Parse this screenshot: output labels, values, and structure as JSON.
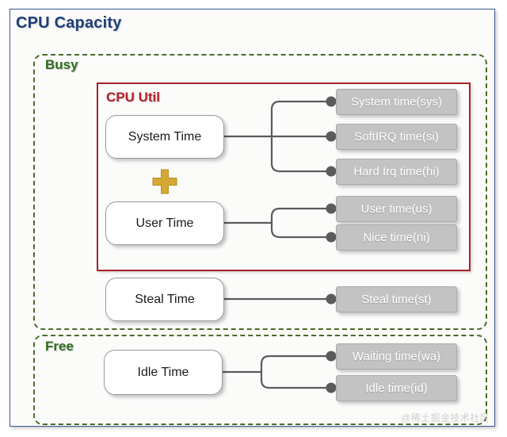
{
  "diagram": {
    "title": "CPU Capacity",
    "watermark": "@稀土掘金技术社区",
    "colors": {
      "frame_border": "#3b5a96",
      "title_text": "#1f3f77",
      "group_dashed": "#4a6b28",
      "group_label": "#2e6b1f",
      "red_border": "#a82128",
      "red_label": "#b3202b",
      "leaf_fill": "#c3c3c3",
      "leaf_text": "#ffffff",
      "plus_icon": "#d4a832",
      "connector": "#5b5b5b",
      "canvas": "#fbfbfa"
    },
    "groups": [
      {
        "id": "busy",
        "label": "Busy"
      },
      {
        "id": "free",
        "label": "Free"
      }
    ],
    "subgroups": [
      {
        "id": "cpu-util",
        "label": "CPU Util"
      }
    ],
    "nodes": [
      {
        "id": "system-time",
        "label": "System Time",
        "kind": "white"
      },
      {
        "id": "user-time",
        "label": "User Time",
        "kind": "white"
      },
      {
        "id": "steal-time",
        "label": "Steal Time",
        "kind": "white"
      },
      {
        "id": "idle-time",
        "label": "Idle Time",
        "kind": "white"
      }
    ],
    "leaves": [
      {
        "id": "system-time-sys",
        "label": "System time(sys)",
        "parent": "system-time"
      },
      {
        "id": "softirq-time-si",
        "label": "SoftIRQ time(si)",
        "parent": "system-time"
      },
      {
        "id": "hard-irq-time-hi",
        "label": "Hard Irq time(hi)",
        "parent": "system-time"
      },
      {
        "id": "user-time-us",
        "label": "User time(us)",
        "parent": "user-time"
      },
      {
        "id": "nice-time-ni",
        "label": "Nice time(ni)",
        "parent": "user-time"
      },
      {
        "id": "steal-time-st",
        "label": "Steal time(st)",
        "parent": "steal-time"
      },
      {
        "id": "waiting-time-wa",
        "label": "Waiting time(wa)",
        "parent": "idle-time"
      },
      {
        "id": "idle-time-id",
        "label": "Idle time(id)",
        "parent": "idle-time"
      }
    ],
    "operators": [
      {
        "id": "plus",
        "icon": "plus-icon",
        "between": [
          "system-time",
          "user-time"
        ]
      }
    ]
  }
}
